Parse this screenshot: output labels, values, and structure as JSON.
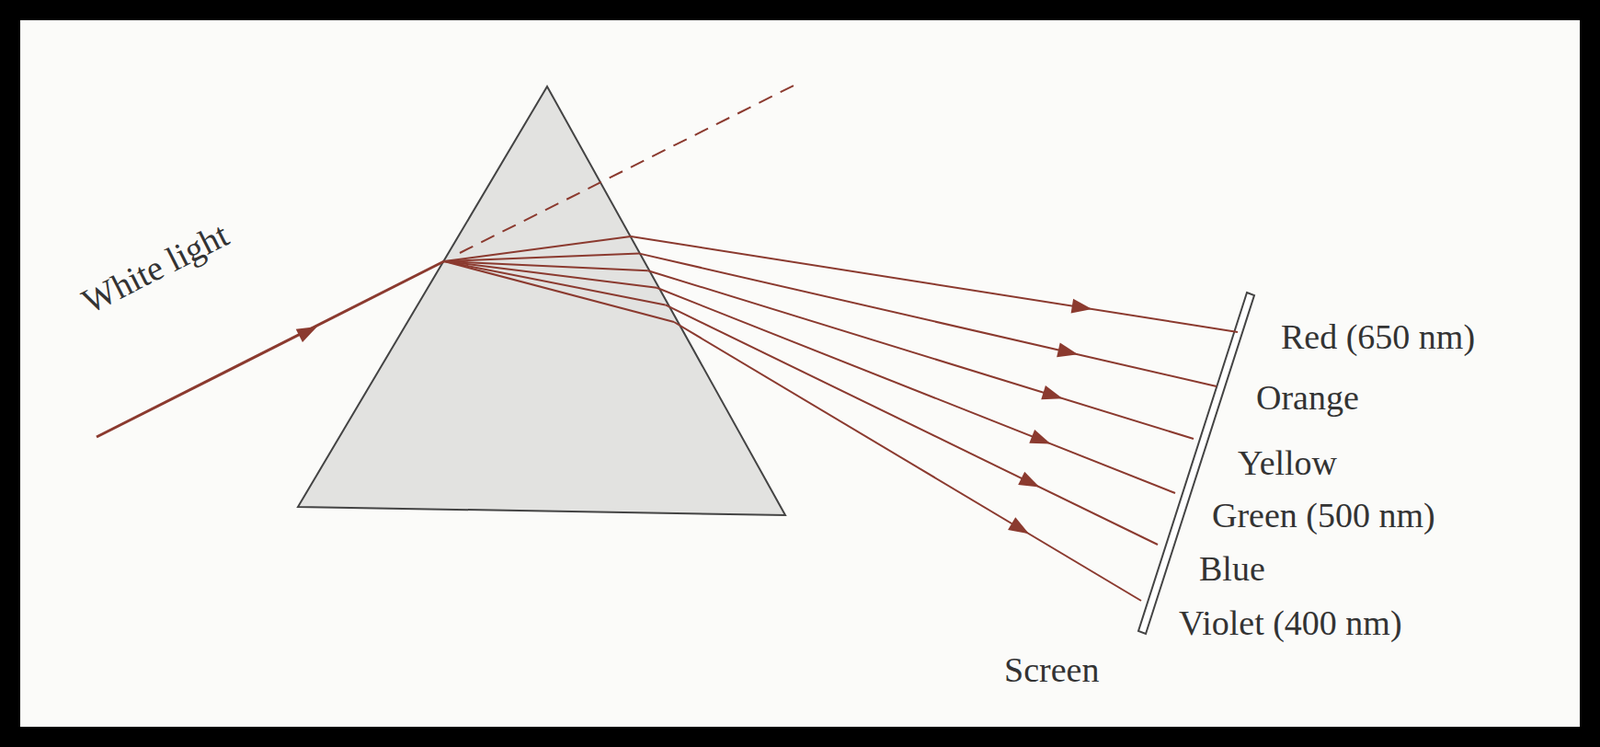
{
  "diagram": {
    "labels": [
      "White light",
      "Red (650 nm)",
      "Orange",
      "Yellow",
      "Green (500 nm)",
      "Blue",
      "Violet (400 nm)",
      "Screen"
    ]
  }
}
